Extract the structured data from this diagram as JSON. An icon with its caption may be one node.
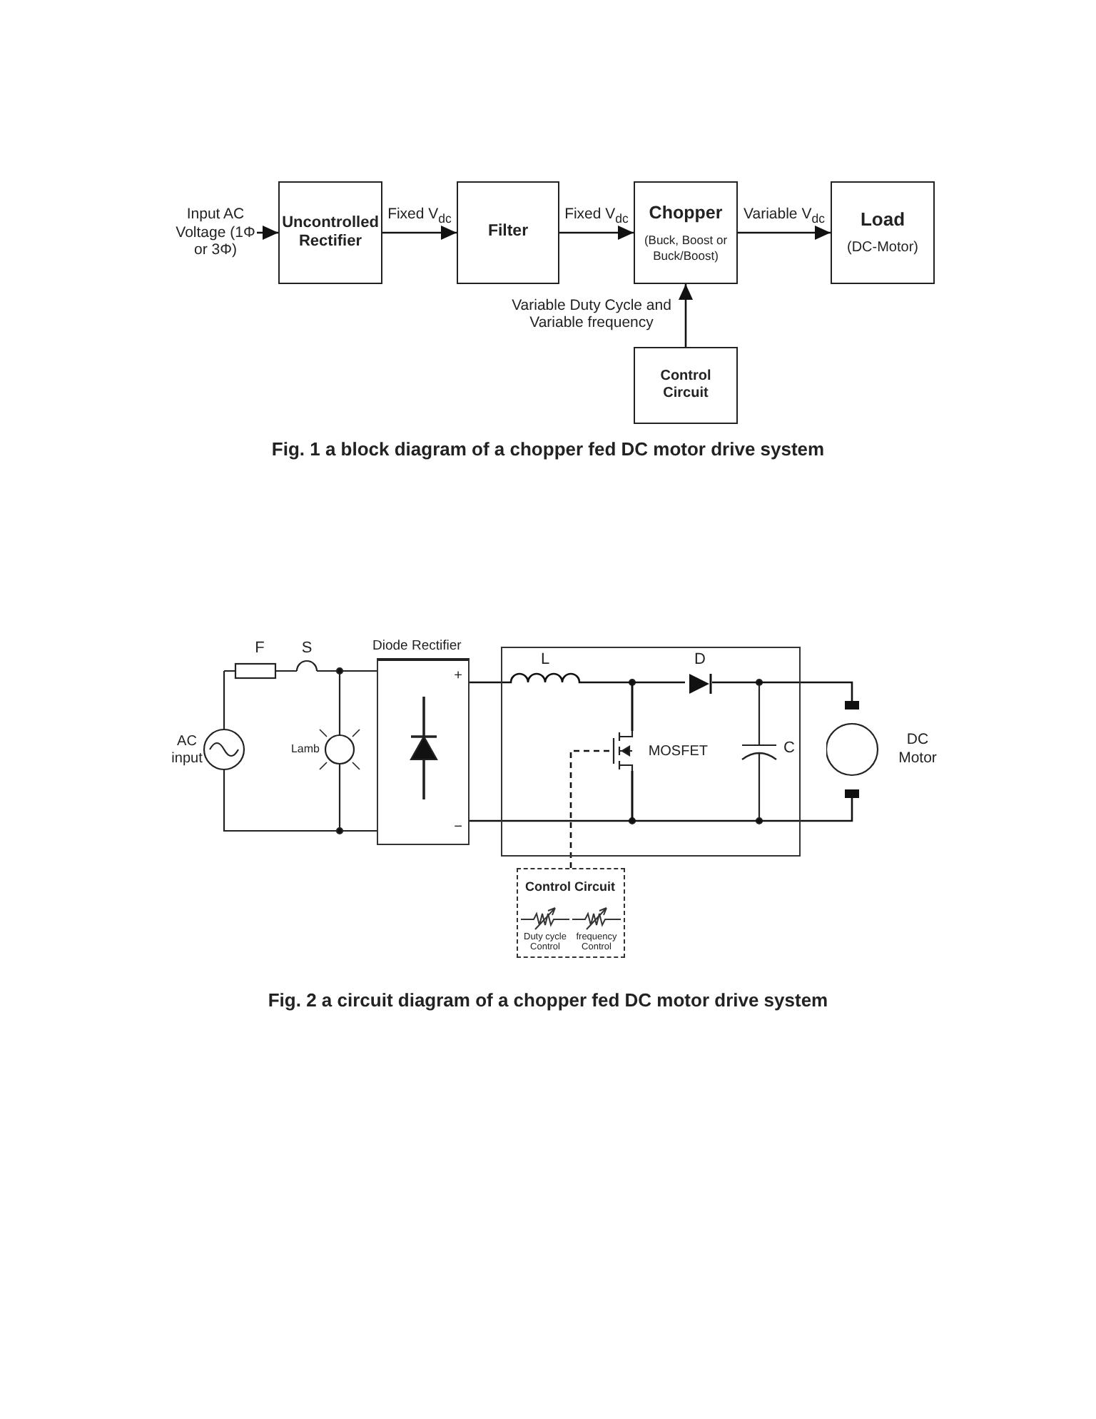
{
  "diagram": {
    "nodes": [
      {
        "text": [
          "Input AC Voltage (1Φ or 3Φ)"
        ]
      },
      {
        "text": [
          "Uncontrolled Rectifier"
        ]
      },
      {
        "text": [
          "Filter"
        ]
      },
      {
        "text": [
          "Chopper",
          "(Buck, Boost or Buck/Boost)"
        ]
      },
      {
        "text": [
          "Load",
          "(DC-Motor)"
        ]
      },
      {
        "text": [
          "Control Circuit"
        ]
      },
      {
        "text": [
          "Diode Rectifier",
          "+",
          "−"
        ]
      },
      {
        "text": [],
        "shape": "box"
      },
      {
        "text": [
          "MOSFET"
        ],
        "in": 7
      },
      {
        "text": [
          "Control Circuit",
          "Duty cycle Control",
          "frequency Control"
        ]
      },
      {
        "text": [
          "DC Motor"
        ]
      },
      {
        "text": [
          "D"
        ],
        "in": 7
      }
    ],
    "edges": [
      {
        "from": 0,
        "to": 1,
        "arrow": "to"
      },
      {
        "from": 1,
        "to": 2,
        "arrow": "to",
        "label": "Fixed V$_{dc}$"
      },
      {
        "from": 2,
        "to": 3,
        "arrow": "to",
        "label": "Fixed V$_{dc}$"
      },
      {
        "from": 3,
        "to": 4,
        "arrow": "to",
        "label": "Variable V$_{dc}$"
      },
      {
        "from": 5,
        "to": 3,
        "arrow": "to",
        "label": "Variable Duty Cycle and Variable frequency"
      },
      {
        "from": 9,
        "to": 8,
        "arrow": "none",
        "style": "dashed"
      },
      {
        "from": 6,
        "to": 8,
        "arrow": "none"
      },
      {
        "from": 6,
        "to": 8,
        "arrow": "none"
      },
      {
        "from": 8,
        "to": 11,
        "arrow": "none"
      },
      {
        "from": 8,
        "to": 10,
        "arrow": "none"
      },
      {
        "from": 11,
        "to": 10,
        "arrow": "none"
      }
    ],
    "labels": [
      "F",
      "S",
      "AC input",
      "Lamb",
      "L",
      "C",
      "Fig. 1 a block diagram of a chopper fed DC motor drive system",
      "Fig. 2 a circuit diagram of a chopper fed DC motor drive system"
    ]
  }
}
